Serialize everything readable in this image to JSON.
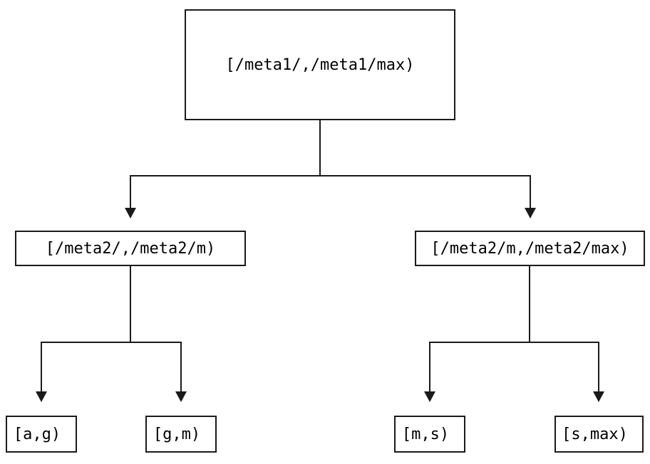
{
  "diagram": {
    "type": "tree",
    "description": "Key-range partition tree",
    "colors": {
      "line": "#1a1a1a",
      "text": "#000000",
      "background": "#ffffff"
    },
    "nodes": {
      "root": {
        "label": "[/meta1/,/meta1/max)"
      },
      "mid_left": {
        "label": "[/meta2/,/meta2/m)"
      },
      "mid_right": {
        "label": "[/meta2/m,/meta2/max)"
      },
      "leaf_ag": {
        "label": "[a,g)"
      },
      "leaf_gm": {
        "label": "[g,m)"
      },
      "leaf_ms": {
        "label": "[m,s)"
      },
      "leaf_smax": {
        "label": "[s,max)"
      }
    },
    "edges": [
      {
        "from": "[/meta1/,/meta1/max)",
        "to": "[/meta2/,/meta2/m)"
      },
      {
        "from": "[/meta1/,/meta1/max)",
        "to": "[/meta2/m,/meta2/max)"
      },
      {
        "from": "[/meta2/,/meta2/m)",
        "to": "[a,g)"
      },
      {
        "from": "[/meta2/,/meta2/m)",
        "to": "[g,m)"
      },
      {
        "from": "[/meta2/m,/meta2/max)",
        "to": "[m,s)"
      },
      {
        "from": "[/meta2/m,/meta2/max)",
        "to": "[s,max)"
      }
    ]
  }
}
